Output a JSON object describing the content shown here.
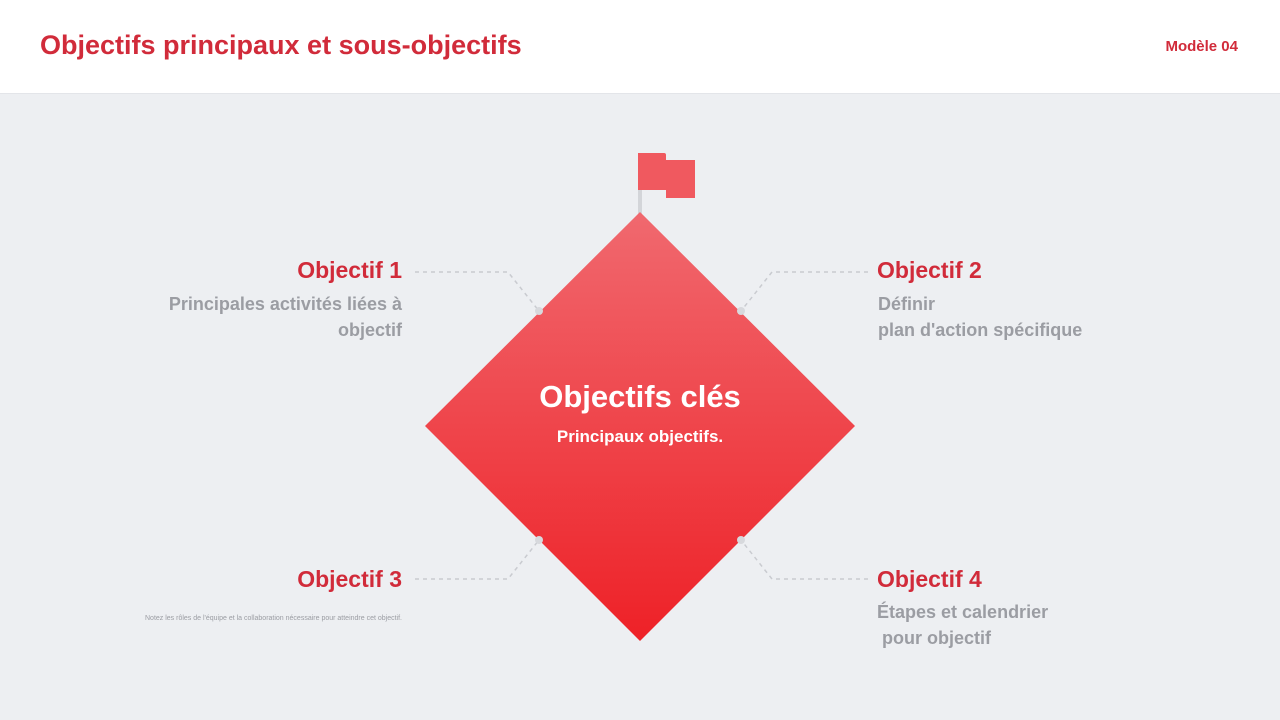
{
  "header": {
    "title": "Objectifs principaux et sous-objectifs",
    "template_label": "Modèle 04"
  },
  "center": {
    "title": "Objectifs clés",
    "subtitle": "Principaux objectifs."
  },
  "objectives": [
    {
      "title": "Objectif 1",
      "description": "Principales activités liées à\nobjectif"
    },
    {
      "title": "Objectif 2",
      "description": "Définir\nplan d'action spécifique"
    },
    {
      "title": "Objectif 3",
      "description": "Notez les rôles de l'équipe et la collaboration nécessaire pour atteindre cet objectif."
    },
    {
      "title": "Objectif 4",
      "description": "Étapes et calendrier\n pour objectif"
    }
  ],
  "colors": {
    "accent": "#d12b3a",
    "diamond_top": "#f0686e",
    "diamond_bottom": "#ee2227",
    "flag": "#f0595f",
    "muted_text": "#9b9da3",
    "background": "#edeff2"
  },
  "icons": {
    "top": "flag-icon"
  }
}
